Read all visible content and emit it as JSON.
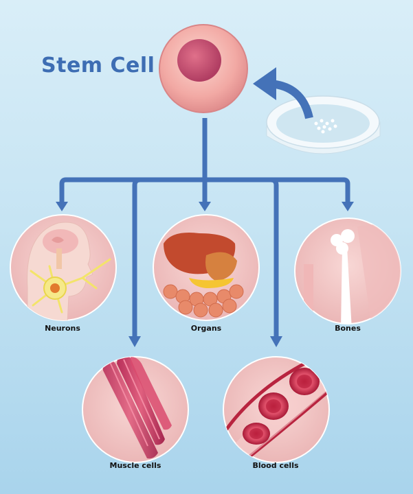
{
  "diagram": {
    "title": "Stem Cell",
    "nodes": [
      {
        "id": "neurons",
        "label": "Neurons",
        "icon": "neuron-icon"
      },
      {
        "id": "organs",
        "label": "Organs",
        "icon": "organs-icon"
      },
      {
        "id": "bones",
        "label": "Bones",
        "icon": "bone-icon"
      },
      {
        "id": "muscle",
        "label": "Muscle cells",
        "icon": "muscle-fibers-icon"
      },
      {
        "id": "blood",
        "label": "Blood cells",
        "icon": "red-blood-cells-icon"
      }
    ],
    "colors": {
      "arrow": "#4472b8",
      "title": "#3d6db3",
      "circle_fill": "#f2c6c6",
      "background": "#c6e4f3"
    }
  }
}
